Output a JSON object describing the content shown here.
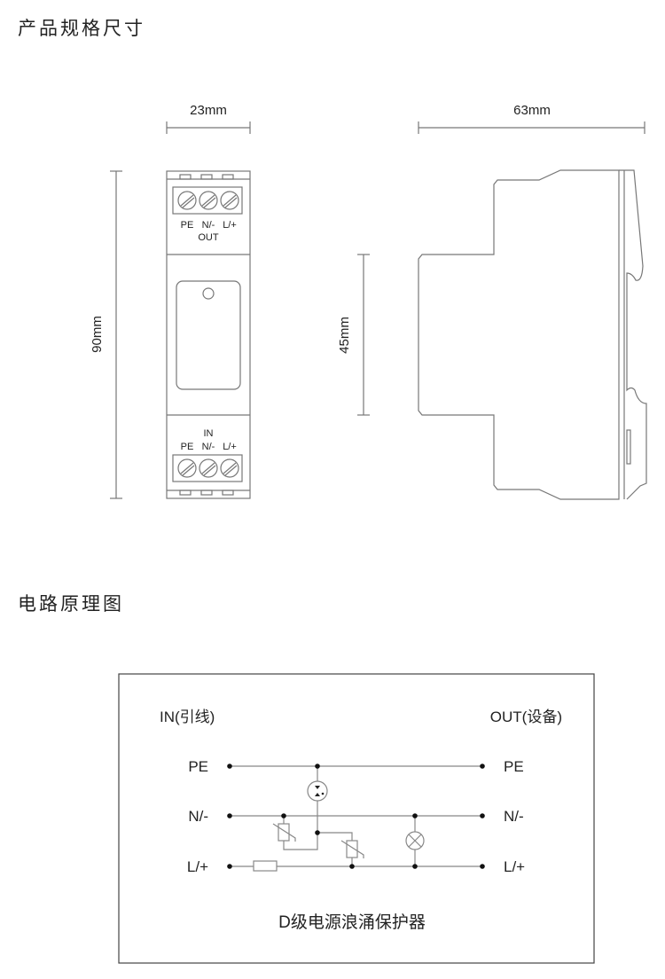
{
  "headings": {
    "dimensions": "产品规格尺寸",
    "circuit": "电路原理图"
  },
  "dimensions": {
    "front_width": "23mm",
    "height": "90mm",
    "side_depth": "63mm",
    "rail_height": "45mm"
  },
  "terminals": {
    "pe": "PE",
    "n": "N/-",
    "l": "L/+",
    "out": "OUT",
    "in": "IN"
  },
  "circuit": {
    "in_label": "IN(引线)",
    "out_label": "OUT(设备)",
    "pe": "PE",
    "n": "N/-",
    "l": "L/+",
    "title": "D级电源浪涌保护器"
  }
}
